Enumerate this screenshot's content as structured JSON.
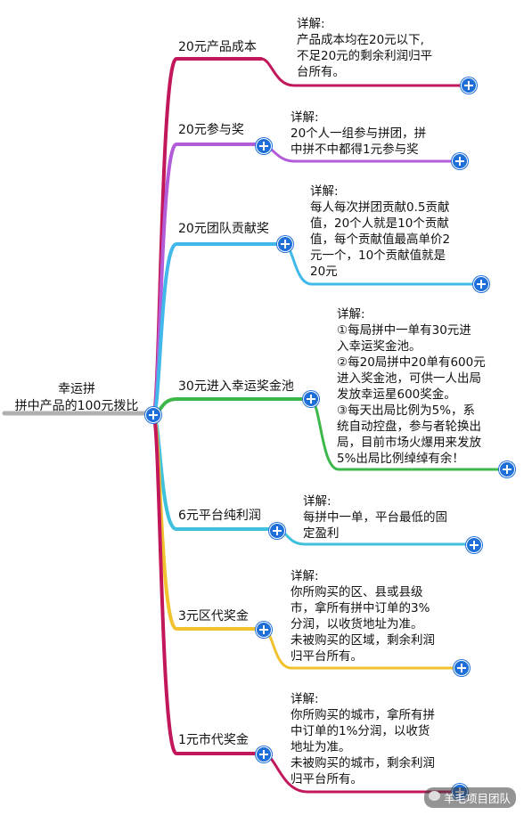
{
  "root": {
    "line1": "幸运拼",
    "line2": "拼中产品的100元拨比"
  },
  "branches": [
    {
      "label": "20元产品成本",
      "color": "#c2185b",
      "detail": [
        "详解:",
        "产品成本均在20元以下,",
        "不足20元的剩余利润归平",
        "台所有。"
      ]
    },
    {
      "label": "20元参与奖",
      "color": "#b35cd9",
      "detail": [
        "详解:",
        "20个人一组参与拼团，拼",
        "中拼不中都得1元参与奖"
      ]
    },
    {
      "label": "20元团队贡献奖",
      "color": "#40b8ea",
      "detail": [
        "详解:",
        "每人每次拼团贡献0.5贡献",
        "值，20个人就是10个贡献",
        "值，每个贡献值最高单价2",
        "元一个，10个贡献值就是",
        "20元"
      ]
    },
    {
      "label": "30元进入幸运奖金池",
      "color": "#3cb84a",
      "detail": [
        "详解:",
        "①每局拼中一单有30元进",
        "入幸运奖金池。",
        "②每20局拼中20单有600元",
        "进入奖金池，可供一人出局",
        "发放幸运星600奖金。",
        "③每天出局比例为5%，系",
        "统自动控盘，参与者轮换出",
        "局，目前市场火爆用来发放",
        "5%出局比例绰绰有余！"
      ]
    },
    {
      "label": "6元平台纯利润",
      "color": "#3fc0dc",
      "detail": [
        "详解:",
        "每拼中一单，平台最低的固",
        "定盈利"
      ]
    },
    {
      "label": "3元区代奖金",
      "color": "#f2c12e",
      "detail": [
        "详解:",
        "你所购买的区、县或县级",
        "市，拿所有拼中订单的3%",
        "分润，以收货地址为准。",
        "未被购买的区域，剩余利润",
        "归平台所有。"
      ]
    },
    {
      "label": "1元市代奖金",
      "color": "#c2185b",
      "detail": [
        "详解:",
        "你所购买的城市，拿所有拼",
        "中订单的1%分润，以收货",
        "地址为准。",
        "未被购买的城市，剩余利润",
        "归平台所有。"
      ]
    }
  ],
  "watermark": "羊毛项目团队"
}
